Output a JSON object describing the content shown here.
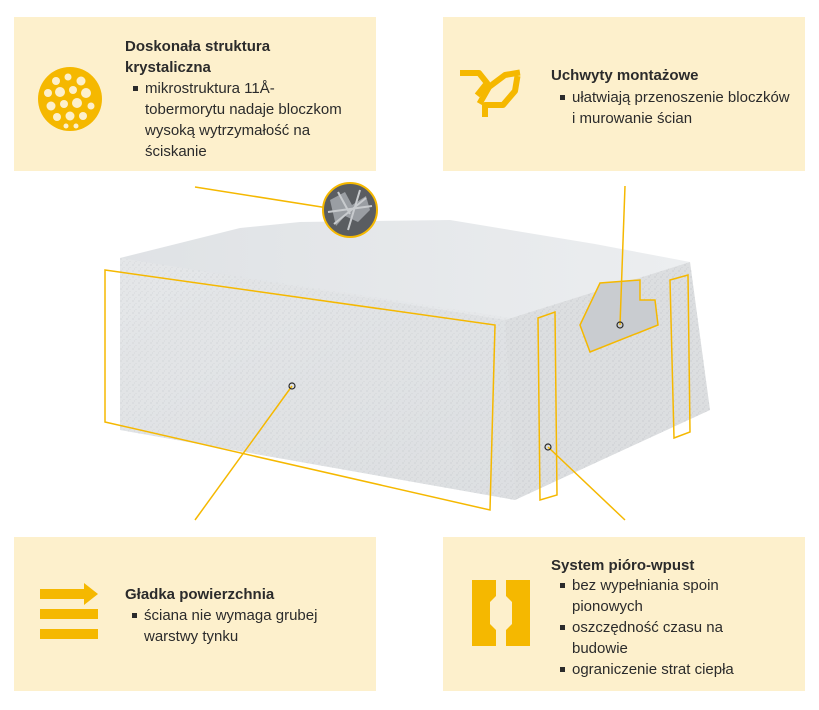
{
  "features": [
    {
      "title": "Doskonała struktura krystaliczna",
      "bullets": [
        "mikrostruktura 11Å-tobermorytu nadaje bloczkom wysoką wytrzymałość na ściskanie"
      ],
      "icon": "crystal-structure-icon"
    },
    {
      "title": "Uchwyty montażowe",
      "bullets": [
        "ułatwiają przenoszenie bloczków i murowanie ścian"
      ],
      "icon": "hand-grip-icon"
    },
    {
      "title": "Gładka powierzchnia",
      "bullets": [
        "ściana nie wymaga grubej warstwy tynku"
      ],
      "icon": "smooth-surface-icon"
    },
    {
      "title": "System pióro-wpust",
      "bullets": [
        "bez wypełniania spoin pionowych",
        "oszczędność czasu na budowie",
        "ograniczenie strat ciepła"
      ],
      "icon": "tongue-groove-icon"
    }
  ],
  "colors": {
    "accent": "#f5b800",
    "panel": "#fdf0cc",
    "text": "#2b2b2b",
    "block": "#dfe1e3"
  }
}
